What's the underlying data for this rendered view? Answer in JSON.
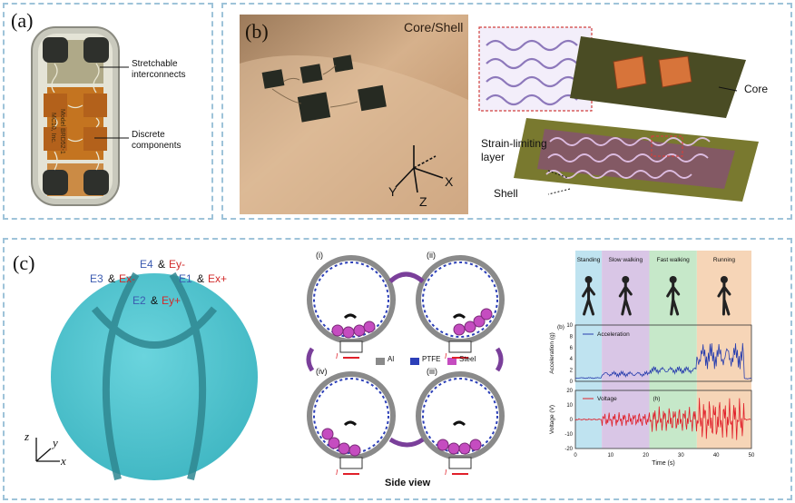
{
  "panels": {
    "a": {
      "label": "(a)",
      "text_stretchable": "Stretchable",
      "text_interconnects": "interconnects",
      "text_discrete": "Discrete",
      "text_components": "components",
      "model_line1": "Model BRD52-1",
      "model_line2": "MC10, Inc."
    },
    "b": {
      "label": "(b)",
      "title": "Core/Shell",
      "axis_x": "X",
      "axis_y": "Y",
      "axis_z": "Z",
      "core_label": "Core",
      "strain_label_1": "Strain-limiting",
      "strain_label_2": "layer",
      "shell_label": "Shell"
    },
    "c": {
      "label": "(c)",
      "electrodes": {
        "e4": "E4",
        "amp1": "&",
        "eym": "Ey-",
        "e3": "E3",
        "amp2": "&",
        "exm": "Ex-",
        "e1": "E1",
        "amp3": "&",
        "exp": "Ex+",
        "e2": "E2",
        "amp4": "&",
        "eyp": "Ey+"
      },
      "axes": {
        "z": "z",
        "y": "y",
        "x": "x"
      },
      "side_view": {
        "states": [
          "(i)",
          "(ii)",
          "(iii)",
          "(iv)"
        ],
        "legend": [
          "Al",
          "PTFE",
          "Steel"
        ],
        "current_label": "I",
        "caption": "Side view"
      },
      "activity": {
        "phases": [
          "Standing",
          "Slow walking",
          "Fast walking",
          "Running"
        ],
        "phase_colors": [
          "#bfe3f0",
          "#d9c6e6",
          "#c6e8c9",
          "#f6d5b7"
        ],
        "sub_a": "(b)",
        "sub_b": "(h)",
        "acc_legend": "Acceleration",
        "acc_ylabel": "Acceleration (g)",
        "acc_ticks": [
          "10",
          "8",
          "6",
          "4",
          "2",
          "0"
        ],
        "volt_legend": "Voltage",
        "volt_ylabel": "Voltage (V)",
        "volt_ticks": [
          "20",
          "10",
          "0",
          "-10",
          "-20"
        ],
        "x_ticks": [
          "0",
          "10",
          "20",
          "30",
          "40",
          "50"
        ],
        "xlabel": "Time (s)",
        "acc_color": "#2a3fae",
        "volt_color": "#e0202a"
      }
    }
  }
}
